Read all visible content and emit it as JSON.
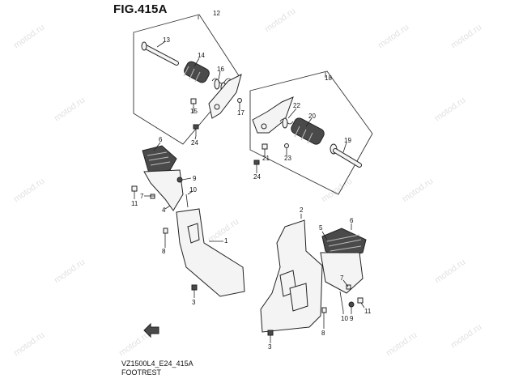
{
  "figure": {
    "title": "FIG.415A",
    "code": "VZ1500L4_E24_415A",
    "name": "FOOTREST"
  },
  "watermark": "motod.ru",
  "callouts": [
    {
      "id": "c12",
      "text": "12"
    },
    {
      "id": "c13",
      "text": "13"
    },
    {
      "id": "c14",
      "text": "14"
    },
    {
      "id": "c16",
      "text": "16"
    },
    {
      "id": "c15",
      "text": "15"
    },
    {
      "id": "c17",
      "text": "17"
    },
    {
      "id": "c24a",
      "text": "24"
    },
    {
      "id": "c18",
      "text": "18"
    },
    {
      "id": "c22",
      "text": "22"
    },
    {
      "id": "c20",
      "text": "20"
    },
    {
      "id": "c19",
      "text": "19"
    },
    {
      "id": "c21",
      "text": "21"
    },
    {
      "id": "c23",
      "text": "23"
    },
    {
      "id": "c24b",
      "text": "24"
    },
    {
      "id": "c6a",
      "text": "6"
    },
    {
      "id": "c9a",
      "text": "9"
    },
    {
      "id": "c7a",
      "text": "7"
    },
    {
      "id": "c10a",
      "text": "10"
    },
    {
      "id": "c11a",
      "text": "11"
    },
    {
      "id": "c4",
      "text": "4"
    },
    {
      "id": "c8a",
      "text": "8"
    },
    {
      "id": "c1",
      "text": "1"
    },
    {
      "id": "c3a",
      "text": "3"
    },
    {
      "id": "c2",
      "text": "2"
    },
    {
      "id": "c6b",
      "text": "6"
    },
    {
      "id": "c5",
      "text": "5"
    },
    {
      "id": "c7b",
      "text": "7"
    },
    {
      "id": "c11b",
      "text": "11"
    },
    {
      "id": "c10b",
      "text": "10"
    },
    {
      "id": "c9b",
      "text": "9"
    },
    {
      "id": "c8b",
      "text": "8"
    },
    {
      "id": "c3b",
      "text": "3"
    }
  ]
}
